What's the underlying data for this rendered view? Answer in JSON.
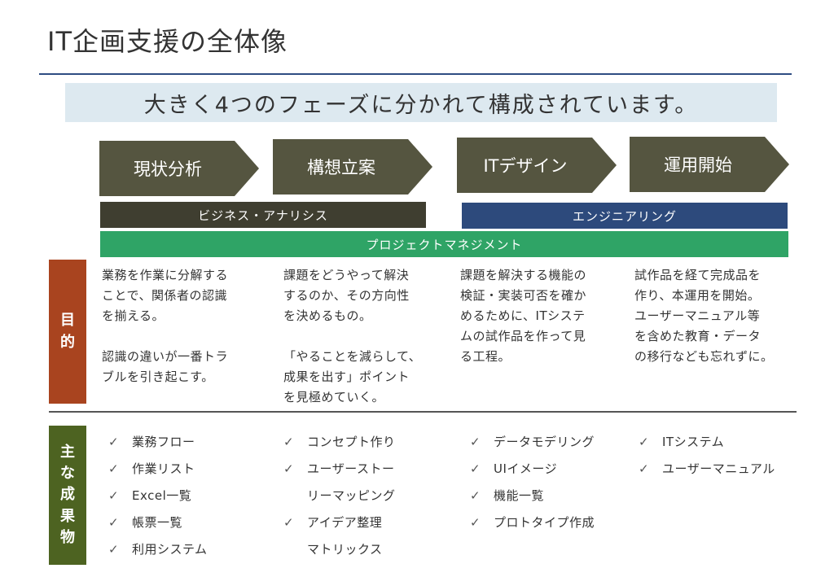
{
  "title": "IT企画支援の全体像",
  "subtitle": "大きく4つのフェーズに分かれて構成されています。",
  "phases": [
    "現状分析",
    "構想立案",
    "ITデザイン",
    "運用開始"
  ],
  "bands": {
    "business_analysis": "ビジネス・アナリシス",
    "engineering": "エンジニアリング",
    "project_management": "プロジェクトマネジメント"
  },
  "row_labels": {
    "purpose": [
      "目",
      "的"
    ],
    "outputs": [
      "主",
      "な",
      "成",
      "果",
      "物"
    ]
  },
  "purposes": [
    {
      "p1": [
        "業務を作業に分解する",
        "ことで、関係者の認識",
        "を揃える。"
      ],
      "p2": [
        "認識の違いが一番トラ",
        "ブルを引き起こす。"
      ]
    },
    {
      "p1": [
        "課題をどうやって解決",
        "するのか、その方向性",
        "を決めるもの。"
      ],
      "p2": [
        "「やることを減らして、",
        "成果を出す」ポイント",
        "を見極めていく。"
      ]
    },
    {
      "p1": [
        "課題を解決する機能の",
        "検証・実装可否を確か",
        "めるために、ITシステ",
        "ムの試作品を作って見",
        "る工程。"
      ],
      "p2": []
    },
    {
      "p1": [
        "試作品を経て完成品を",
        "作り、本運用を開始。",
        "ユーザーマニュアル等",
        "を含めた教育・データ",
        "の移行なども忘れずに。"
      ],
      "p2": []
    }
  ],
  "check_mark": "✓",
  "outputs": [
    [
      {
        "text": "業務フロー"
      },
      {
        "text": "作業リスト"
      },
      {
        "text": "Excel一覧"
      },
      {
        "text": "帳票一覧"
      },
      {
        "text": "利用システム"
      }
    ],
    [
      {
        "text": "コンセプト作り"
      },
      {
        "text": "ユーザーストー",
        "cont": "リーマッピング"
      },
      {
        "text": "アイデア整理",
        "cont": "マトリックス"
      }
    ],
    [
      {
        "text": "データモデリング"
      },
      {
        "text": "UIイメージ"
      },
      {
        "text": "機能一覧"
      },
      {
        "text": "プロトタイプ作成"
      }
    ],
    [
      {
        "text": "ITシステム"
      },
      {
        "text": "ユーザーマニュアル"
      }
    ]
  ],
  "colors": {
    "title_rule": "#2e4c82",
    "subtitle_band": "#dde9f0",
    "phase_arrow": "#555540",
    "business_analysis_band": "#3f3e30",
    "engineering_band": "#2d4a7c",
    "project_management_band": "#2fa466",
    "purpose_label": "#a9441f",
    "outputs_label": "#4d6321"
  }
}
